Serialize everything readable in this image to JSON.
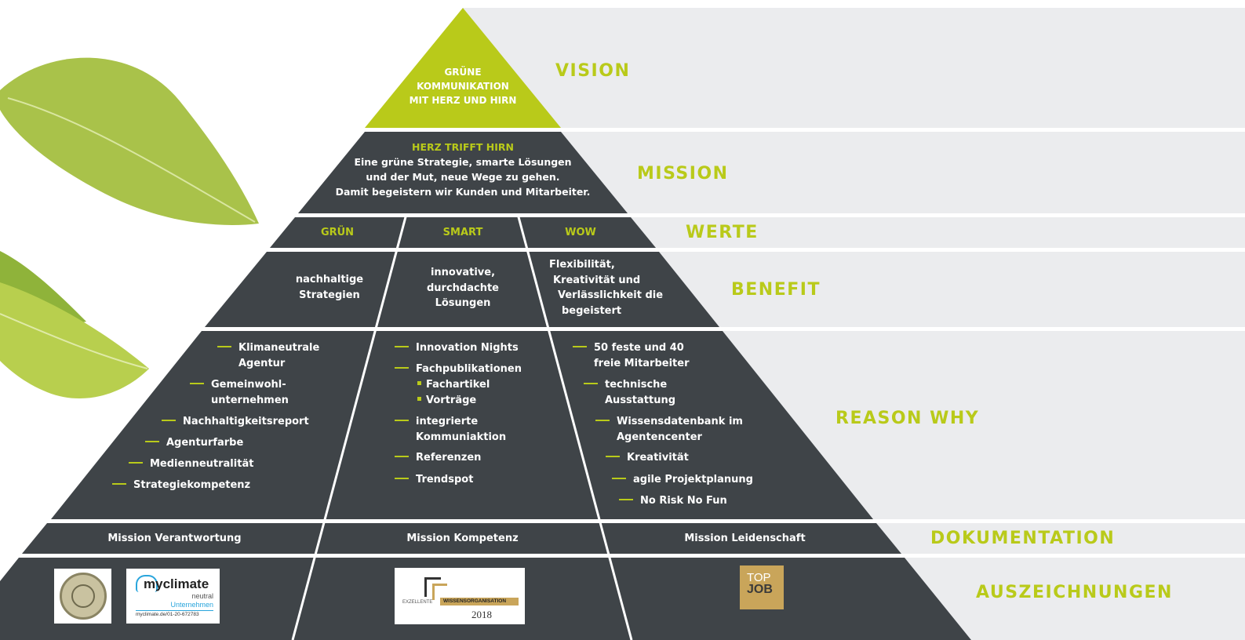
{
  "labels": {
    "vision": "VISION",
    "mission": "MISSION",
    "werte": "WERTE",
    "benefit": "BENEFIT",
    "reason_why": "REASON WHY",
    "dokumentation": "DOKUMENTATION",
    "auszeichnungen": "AUSZEICHNUNGEN"
  },
  "vision": {
    "line1": "GRÜNE",
    "line2": "KOMMUNIKATION",
    "line3": "MIT HERZ UND HIRN"
  },
  "mission": {
    "heading": "HERZ TRIFFT HIRN",
    "line1": "Eine grüne Strategie, smarte Lösungen",
    "line2": "und der Mut, neue Wege zu gehen.",
    "line3": "Damit begeistern wir Kunden und Mitarbeiter."
  },
  "werte": [
    "GRÜN",
    "SMART",
    "WOW"
  ],
  "benefit": {
    "col1": [
      "nachhaltige",
      "Strategien"
    ],
    "col2": [
      "innovative,",
      "durchdachte",
      "Lösungen"
    ],
    "col3": [
      "Flexibilität,",
      "Kreativität und",
      "Verlässlichkeit die",
      "begeistert"
    ]
  },
  "reason_why": {
    "col1": [
      "Klimaneutrale",
      "Agentur",
      "Gemeinwohl-",
      "unternehmen",
      "Nachhaltigkeitsreport",
      "Agenturfarbe",
      "Medienneutralität",
      "Strategiekompetenz"
    ],
    "col2": [
      "Innovation Nights",
      "Fachpublikationen",
      "Fachartikel",
      "Vorträge",
      "integrierte",
      "Kommuniaktion",
      "Referenzen",
      "Trendspot"
    ],
    "col3": [
      "50 feste und 40",
      "freie Mitarbeiter",
      "technische",
      "Ausstattung",
      "Wissensdatenbank im",
      "Agentencenter",
      "Kreativität",
      "agile Projektplanung",
      "No Risk No Fun"
    ]
  },
  "dokumentation": [
    "Mission Verantwortung",
    "Mission Kompetenz",
    "Mission Leidenschaft"
  ],
  "badges": {
    "myclimate_logo": "myclimate",
    "myclimate_neutral": "neutral",
    "myclimate_unternehmen": "Unternehmen",
    "myclimate_id": "myclimate.de/01-20-672783",
    "wissen_left": "EXZELLENTE",
    "wissen_right": "WISSENSORGANISATION",
    "wissen_year": "2018",
    "topjob_line1": "TOP",
    "topjob_line2": "JOB"
  },
  "colors": {
    "lime": "#b9ca1a",
    "dark": "#3f4448",
    "band": "#ebecee",
    "gold": "#c9a55a"
  }
}
